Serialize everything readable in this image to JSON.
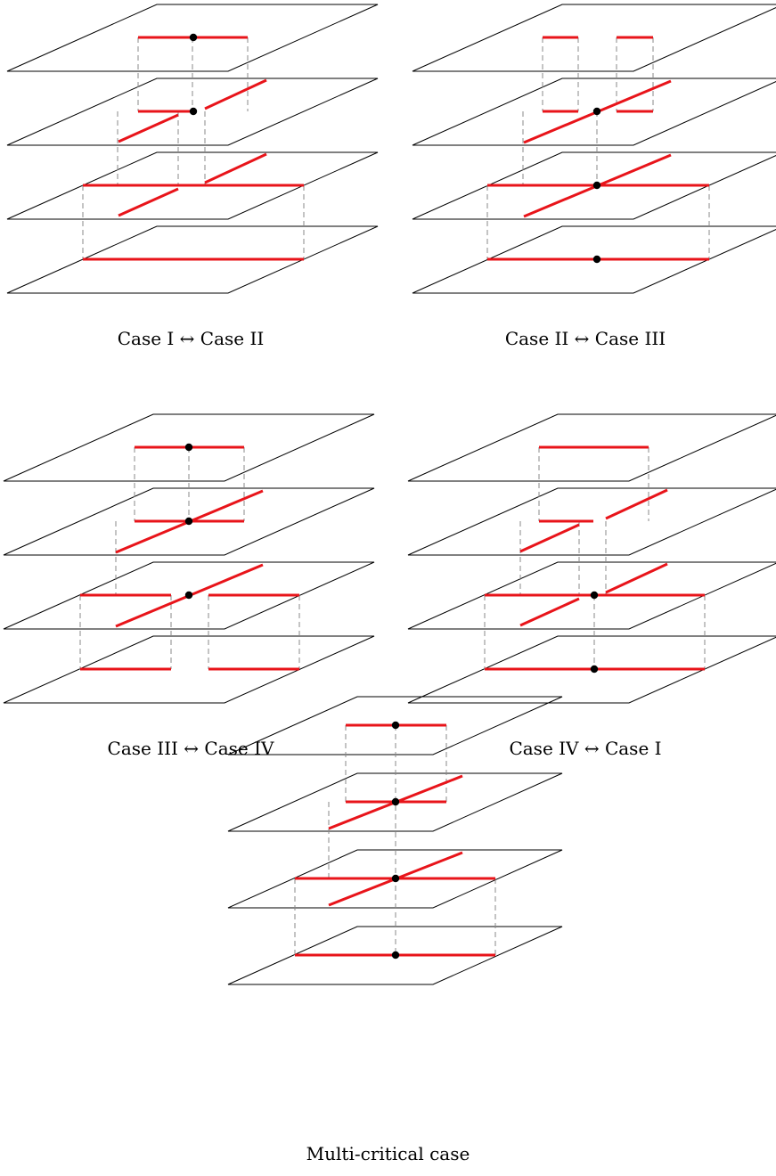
{
  "colors": {
    "segment": "#e8141a",
    "plane": "#000000",
    "guide": "#888888",
    "dot": "#000000",
    "background": "#ffffff"
  },
  "panels": [
    {
      "id": "case-1-2",
      "caption": "Case I ↔ Case II"
    },
    {
      "id": "case-2-3",
      "caption": "Case II ↔ Case III"
    },
    {
      "id": "case-3-4",
      "caption": "Case III ↔ Case IV"
    },
    {
      "id": "case-4-1",
      "caption": "Case IV ↔ Case I"
    },
    {
      "id": "multi-critical",
      "caption": "Multi-critical case"
    }
  ]
}
